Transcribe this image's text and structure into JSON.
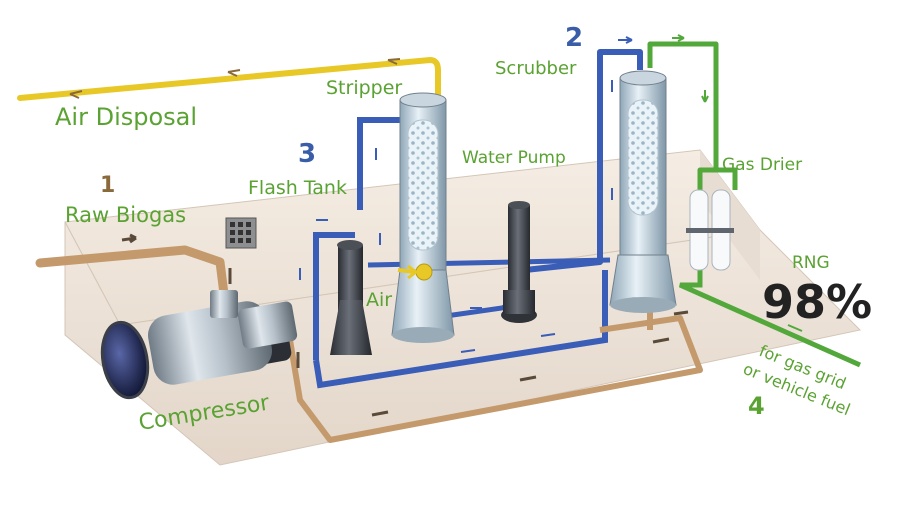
{
  "labels": {
    "air_disposal": "Air Disposal",
    "stripper": "Stripper",
    "scrubber": "Scrubber",
    "flash_tank": "Flash Tank",
    "water_pump": "Water Pump",
    "gas_drier": "Gas Drier",
    "raw_biogas": "Raw Biogas",
    "air": "Air",
    "compressor": "Compressor",
    "rng": "RNG",
    "rng_percent": "98%",
    "rng_use_line1": "for gas grid",
    "rng_use_line2": "or vehicle fuel"
  },
  "steps": {
    "raw_biogas": "1",
    "scrubber": "2",
    "flash_tank": "3",
    "rng": "4"
  },
  "colors": {
    "air_pipe": "#e8c827",
    "water_pipe": "#3a5db8",
    "gas_pipe": "#c49a6c",
    "rng_pipe": "#52a83a",
    "label_green": "#5aa232",
    "label_blue": "#3a5da8",
    "label_brown": "#8a6a3a"
  }
}
